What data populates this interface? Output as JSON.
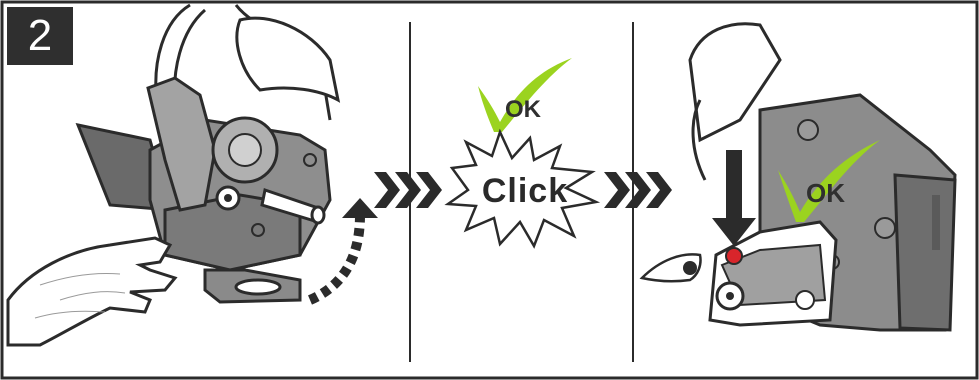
{
  "step": {
    "number": "2"
  },
  "click_burst": {
    "label": "Click"
  },
  "ok_badges": [
    {
      "label": "OK"
    },
    {
      "label": "OK"
    }
  ],
  "colors": {
    "frame": "#2b2b2b",
    "check_green": "#9bd31f",
    "device_gray": "#8a8a8a",
    "device_dark": "#5c5c5c",
    "indicator_red": "#d8252b",
    "arrow_dark": "#2a2a2a"
  },
  "icons": [
    "check-ok-icon",
    "chevron-right-icon",
    "click-burst-icon",
    "down-arrow-icon",
    "rotate-arrow-icon"
  ]
}
